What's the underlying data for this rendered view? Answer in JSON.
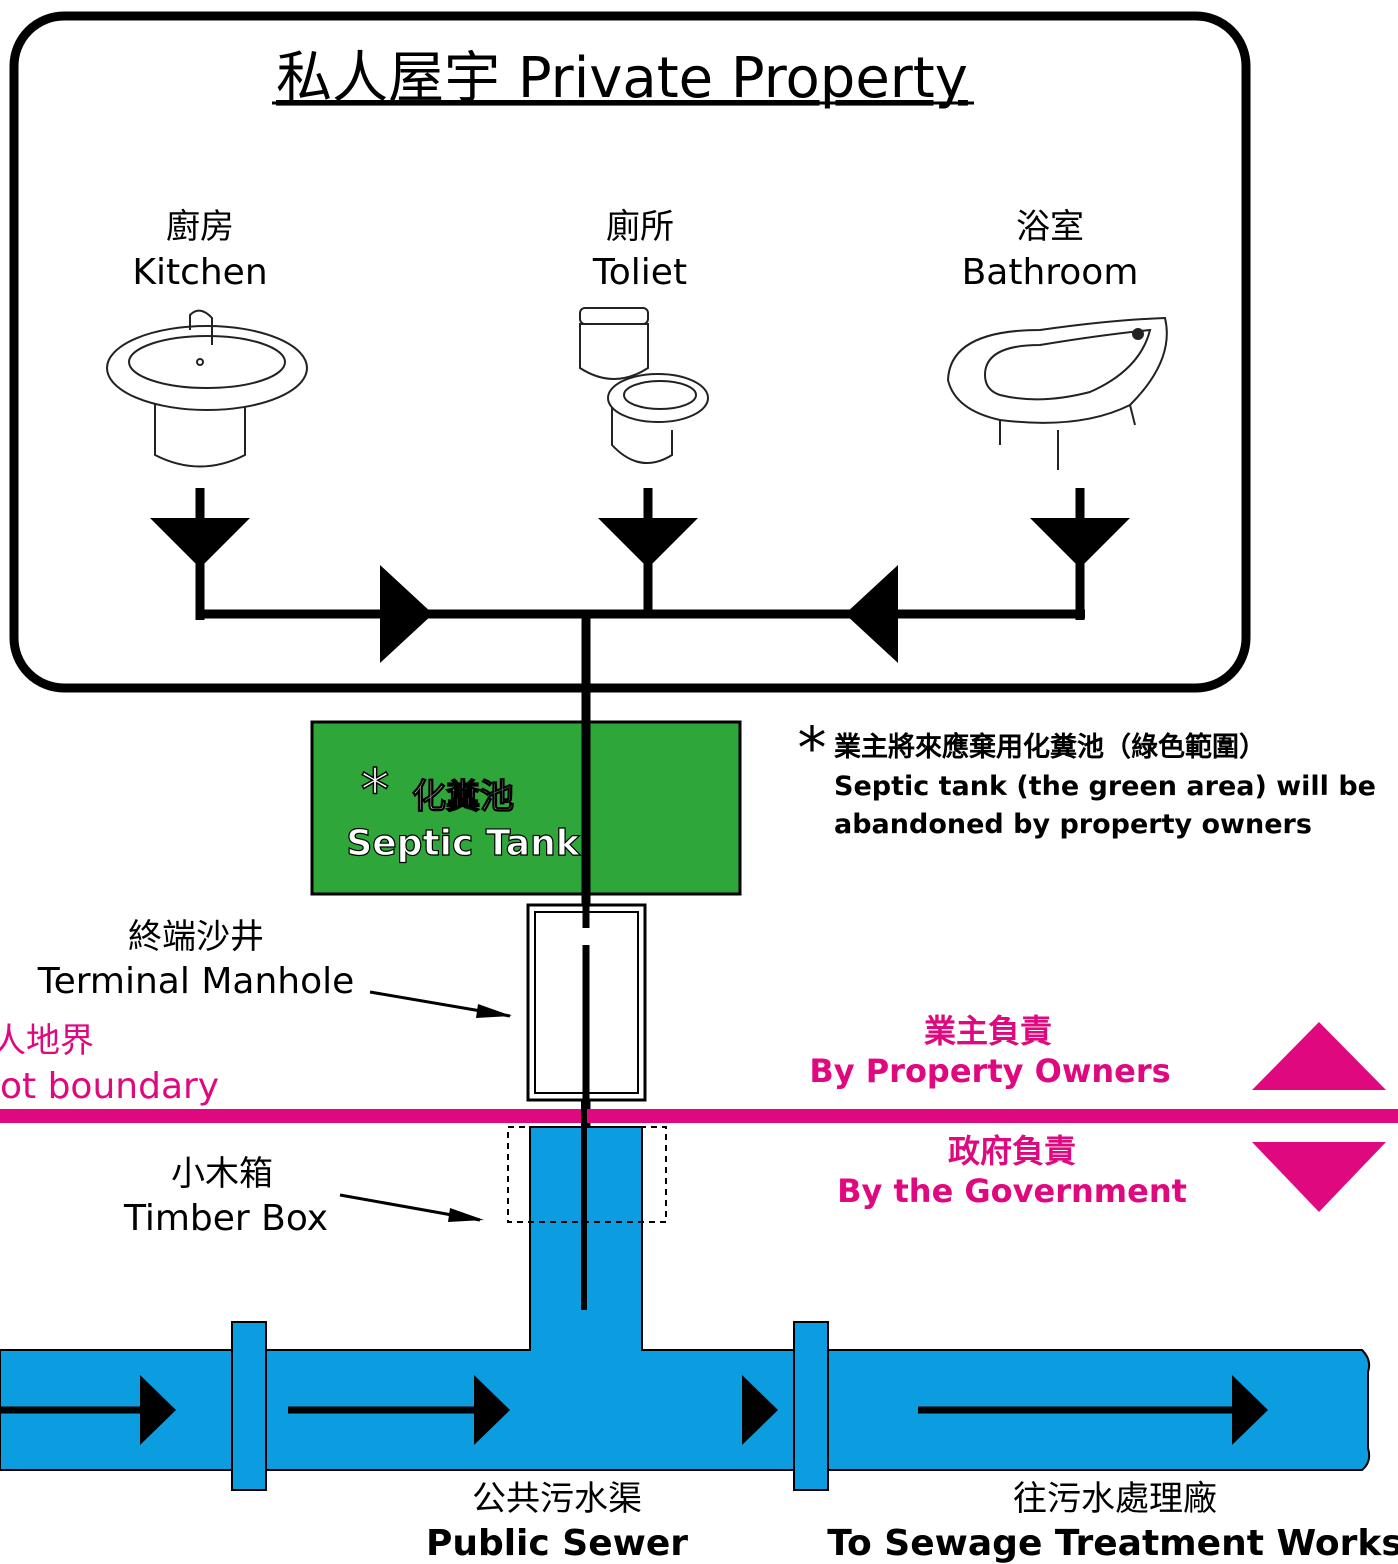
{
  "title": "私人屋宇 Private Property",
  "fixtures": [
    {
      "zh": "廚房",
      "en": "Kitchen"
    },
    {
      "zh": "廁所",
      "en": "Toliet"
    },
    {
      "zh": "浴室",
      "en": "Bathroom"
    }
  ],
  "septic_tank": {
    "star": "*",
    "zh": "化糞池",
    "en": "Septic Tank"
  },
  "note": {
    "star": "*",
    "zh": "業主將來應棄用化糞池（綠色範圍）",
    "en_line1": "Septic tank (the green area) will be",
    "en_line2": "abandoned by property owners"
  },
  "terminal_manhole": {
    "zh": "終端沙井",
    "en": "Terminal Manhole"
  },
  "lot_boundary": {
    "zh": "人地界",
    "en": "ot boundary"
  },
  "property_owners": {
    "zh": "業主負責",
    "en": "By Property Owners"
  },
  "government": {
    "zh": "政府負責",
    "en": "By the Government"
  },
  "timber_box": {
    "zh": "小木箱",
    "en": "Timber Box"
  },
  "public_sewer": {
    "zh": "公共污水渠",
    "en": "Public Sewer"
  },
  "treatment_works": {
    "zh": "往污水處理廠",
    "en": "To Sewage Treatment Works"
  },
  "colors": {
    "tank_green": "#2ea63a",
    "sewer_blue": "#0b9de0",
    "boundary_magenta": "#e0087e",
    "line_black": "#000000"
  }
}
